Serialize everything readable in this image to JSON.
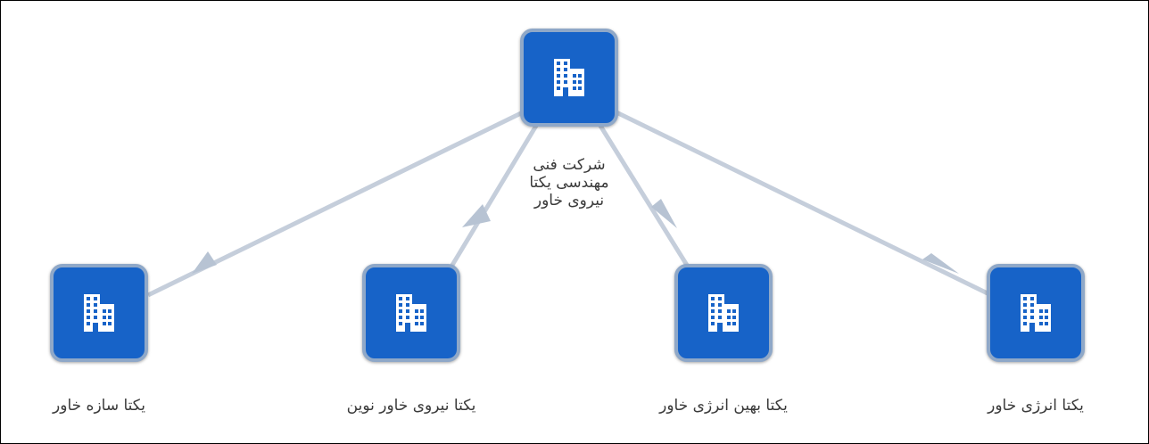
{
  "diagram": {
    "root": {
      "label": "شرکت فنی مهندسی یکتا نیروی خاور",
      "icon": "building-icon"
    },
    "children": [
      {
        "label": "یکتا سازه خاور",
        "icon": "building-icon"
      },
      {
        "label": "یکتا نیروی خاور نوین",
        "icon": "building-icon"
      },
      {
        "label": "یکتا بهین انرژی خاور",
        "icon": "building-icon"
      },
      {
        "label": "یکتا انرژی خاور",
        "icon": "building-icon"
      }
    ],
    "colors": {
      "node_fill": "#1763c8",
      "node_border": "#8fa8c8",
      "edge": "#c5cedb",
      "label_text": "#3a3a3a"
    }
  }
}
